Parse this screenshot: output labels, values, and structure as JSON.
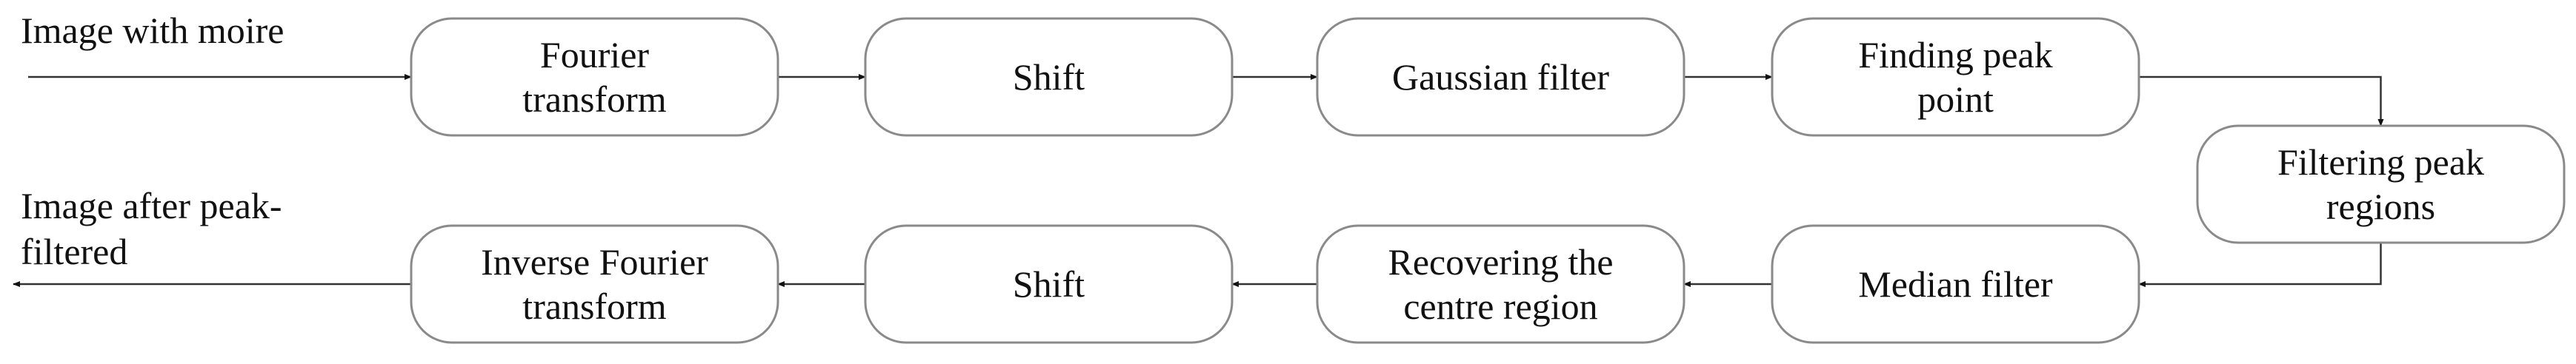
{
  "diagram": {
    "input_label": [
      "Image with moire"
    ],
    "output_label": [
      "Image after peak-",
      "filtered"
    ],
    "nodes": [
      {
        "id": "fourier-transform",
        "lines": [
          "Fourier",
          "transform"
        ]
      },
      {
        "id": "shift-1",
        "lines": [
          "Shift"
        ]
      },
      {
        "id": "gaussian-filter",
        "lines": [
          "Gaussian filter"
        ]
      },
      {
        "id": "finding-peak-point",
        "lines": [
          "Finding peak",
          "point"
        ]
      },
      {
        "id": "filtering-peak-regions",
        "lines": [
          "Filtering peak",
          "regions"
        ]
      },
      {
        "id": "median-filter",
        "lines": [
          "Median filter"
        ]
      },
      {
        "id": "recovering-centre-region",
        "lines": [
          "Recovering the",
          "centre region"
        ]
      },
      {
        "id": "shift-2",
        "lines": [
          "Shift"
        ]
      },
      {
        "id": "inverse-fourier-transform",
        "lines": [
          "Inverse Fourier",
          "transform"
        ]
      }
    ],
    "edges": [
      [
        "input",
        "fourier-transform"
      ],
      [
        "fourier-transform",
        "shift-1"
      ],
      [
        "shift-1",
        "gaussian-filter"
      ],
      [
        "gaussian-filter",
        "finding-peak-point"
      ],
      [
        "finding-peak-point",
        "filtering-peak-regions"
      ],
      [
        "filtering-peak-regions",
        "median-filter"
      ],
      [
        "median-filter",
        "recovering-centre-region"
      ],
      [
        "recovering-centre-region",
        "shift-2"
      ],
      [
        "shift-2",
        "inverse-fourier-transform"
      ],
      [
        "inverse-fourier-transform",
        "output"
      ]
    ],
    "colors": {
      "box_border": "#8a8a8a",
      "arrow": "#111111",
      "text": "#111111"
    }
  }
}
